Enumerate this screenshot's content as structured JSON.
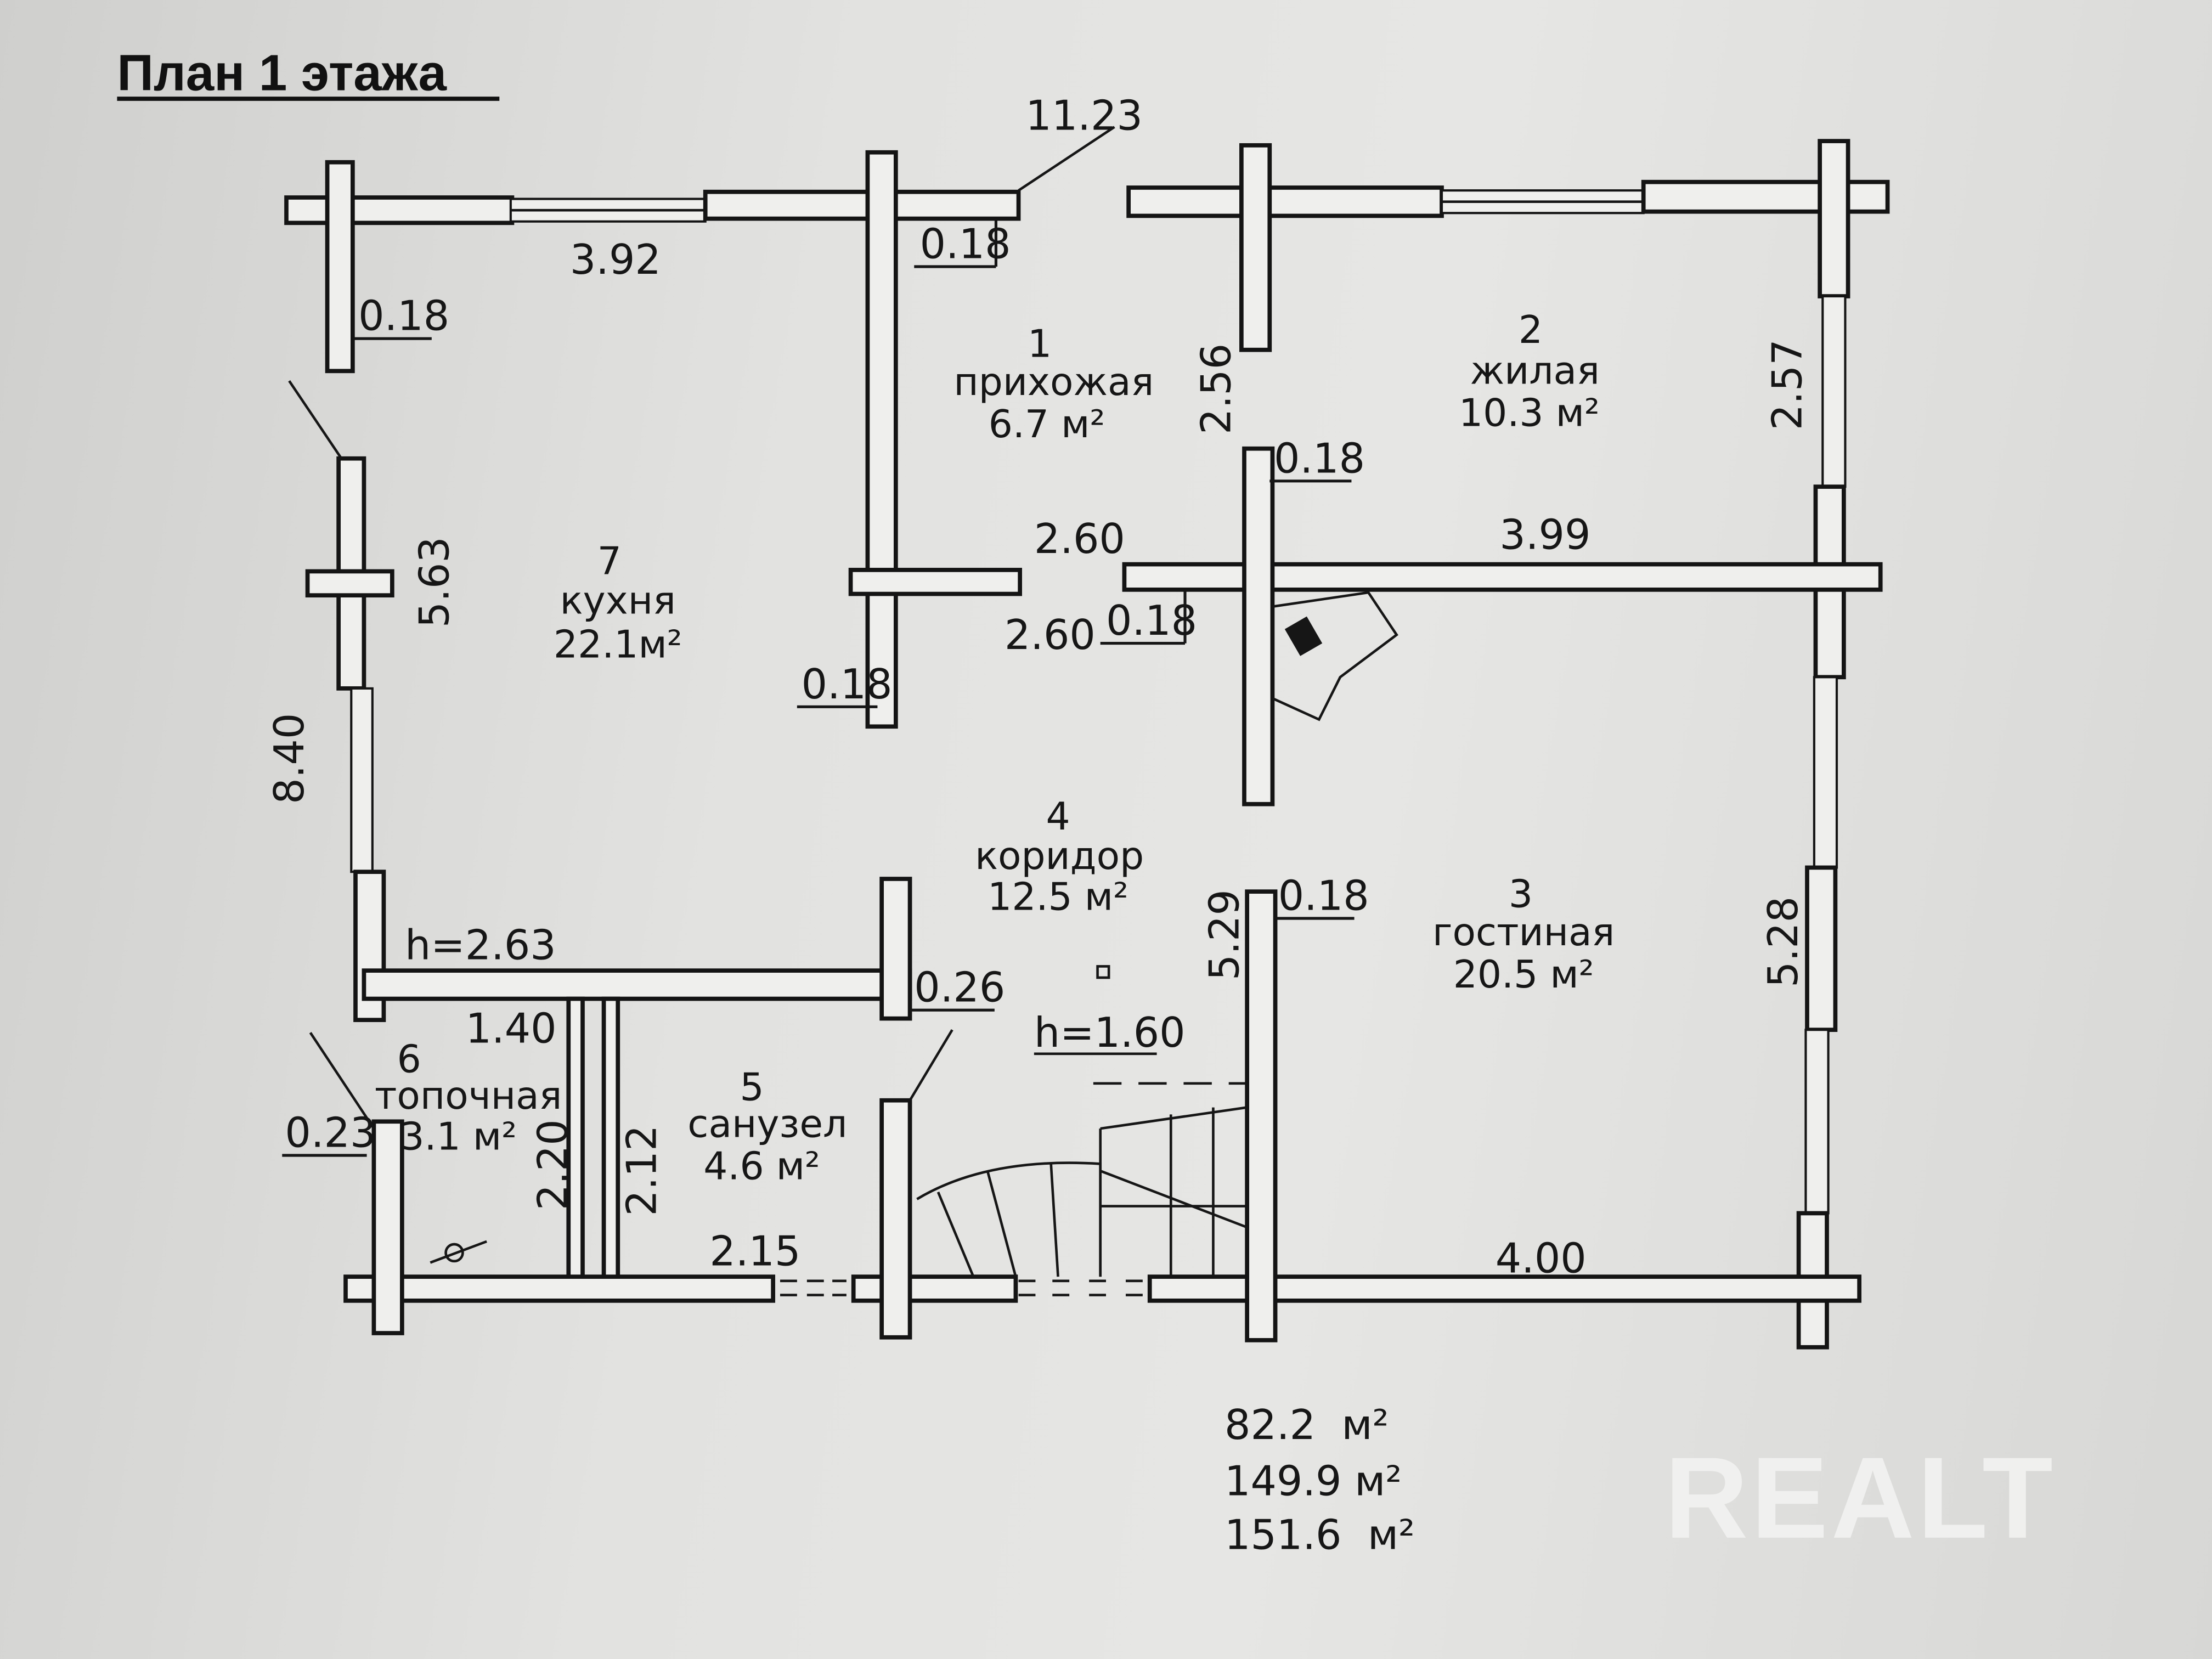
{
  "title": "План 1 этажа",
  "rooms": [
    {
      "num": "1",
      "name": "прихожая",
      "area": "6.7 м²"
    },
    {
      "num": "2",
      "name": "жилая",
      "area": "10.3 м²"
    },
    {
      "num": "3",
      "name": "гостиная",
      "area": "20.5 м²"
    },
    {
      "num": "4",
      "name": "коридор",
      "area": "12.5 м²"
    },
    {
      "num": "5",
      "name": "санузел",
      "area": "4.6 м²"
    },
    {
      "num": "6",
      "name": "топочная",
      "area": "3.1 м²"
    },
    {
      "num": "7",
      "name": "кухня",
      "area": "22.1м²"
    }
  ],
  "dimensions": {
    "overall_width": "11.23",
    "kitchen_top": "3.92",
    "wall_top_left": "0.18",
    "wall_hall_top": "0.18",
    "hall_height": "2.56",
    "living_wall": "0.18",
    "living_height": "2.57",
    "kitchen_side": "5.63",
    "overall_depth": "8.40",
    "hall_width": "2.60",
    "corridor_width": "2.60",
    "bedroom_width": "3.99",
    "wall_kitchen_low": "0.18",
    "wall_mid": "0.18",
    "wall_lounge": "0.18",
    "lounge_depth_left": "5.29",
    "lounge_depth_right": "5.28",
    "ceiling_kitchen": "h=2.63",
    "wall_corridor": "0.26",
    "ceiling_stairs": "h=1.60",
    "boiler_width": "1.40",
    "boiler_wall": "0.23",
    "boiler_depth": "2.20",
    "bath_depth": "2.12",
    "bath_width": "2.15",
    "lounge_width": "4.00"
  },
  "totals": [
    "82.2  м²",
    "149.9 м²",
    "151.6  м²"
  ],
  "watermark": "REALT"
}
